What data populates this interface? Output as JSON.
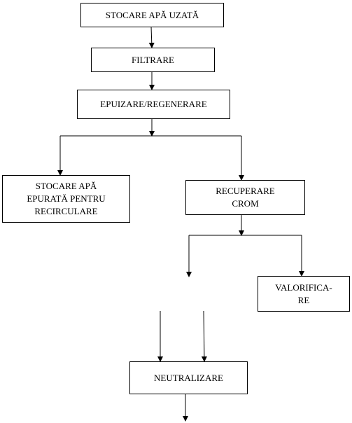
{
  "nodes": {
    "stocare_apa_uzata": "STOCARE  APĂ UZATĂ",
    "filtrare": "FILTRARE",
    "epuizare": "EPUIZARE/REGENERARE",
    "stocare_epurata": "STOCARE APĂ\nEPURATĂ PENTRU\nRECIRCULARE",
    "recuperare_crom": "RECUPERARE\nCROM",
    "valorificare": "VALORIFICA-\nRE",
    "neutralizare": "NEUTRALIZARE"
  },
  "colors": {
    "line": "#000000",
    "box_border": "#000000",
    "background": "#ffffff"
  }
}
